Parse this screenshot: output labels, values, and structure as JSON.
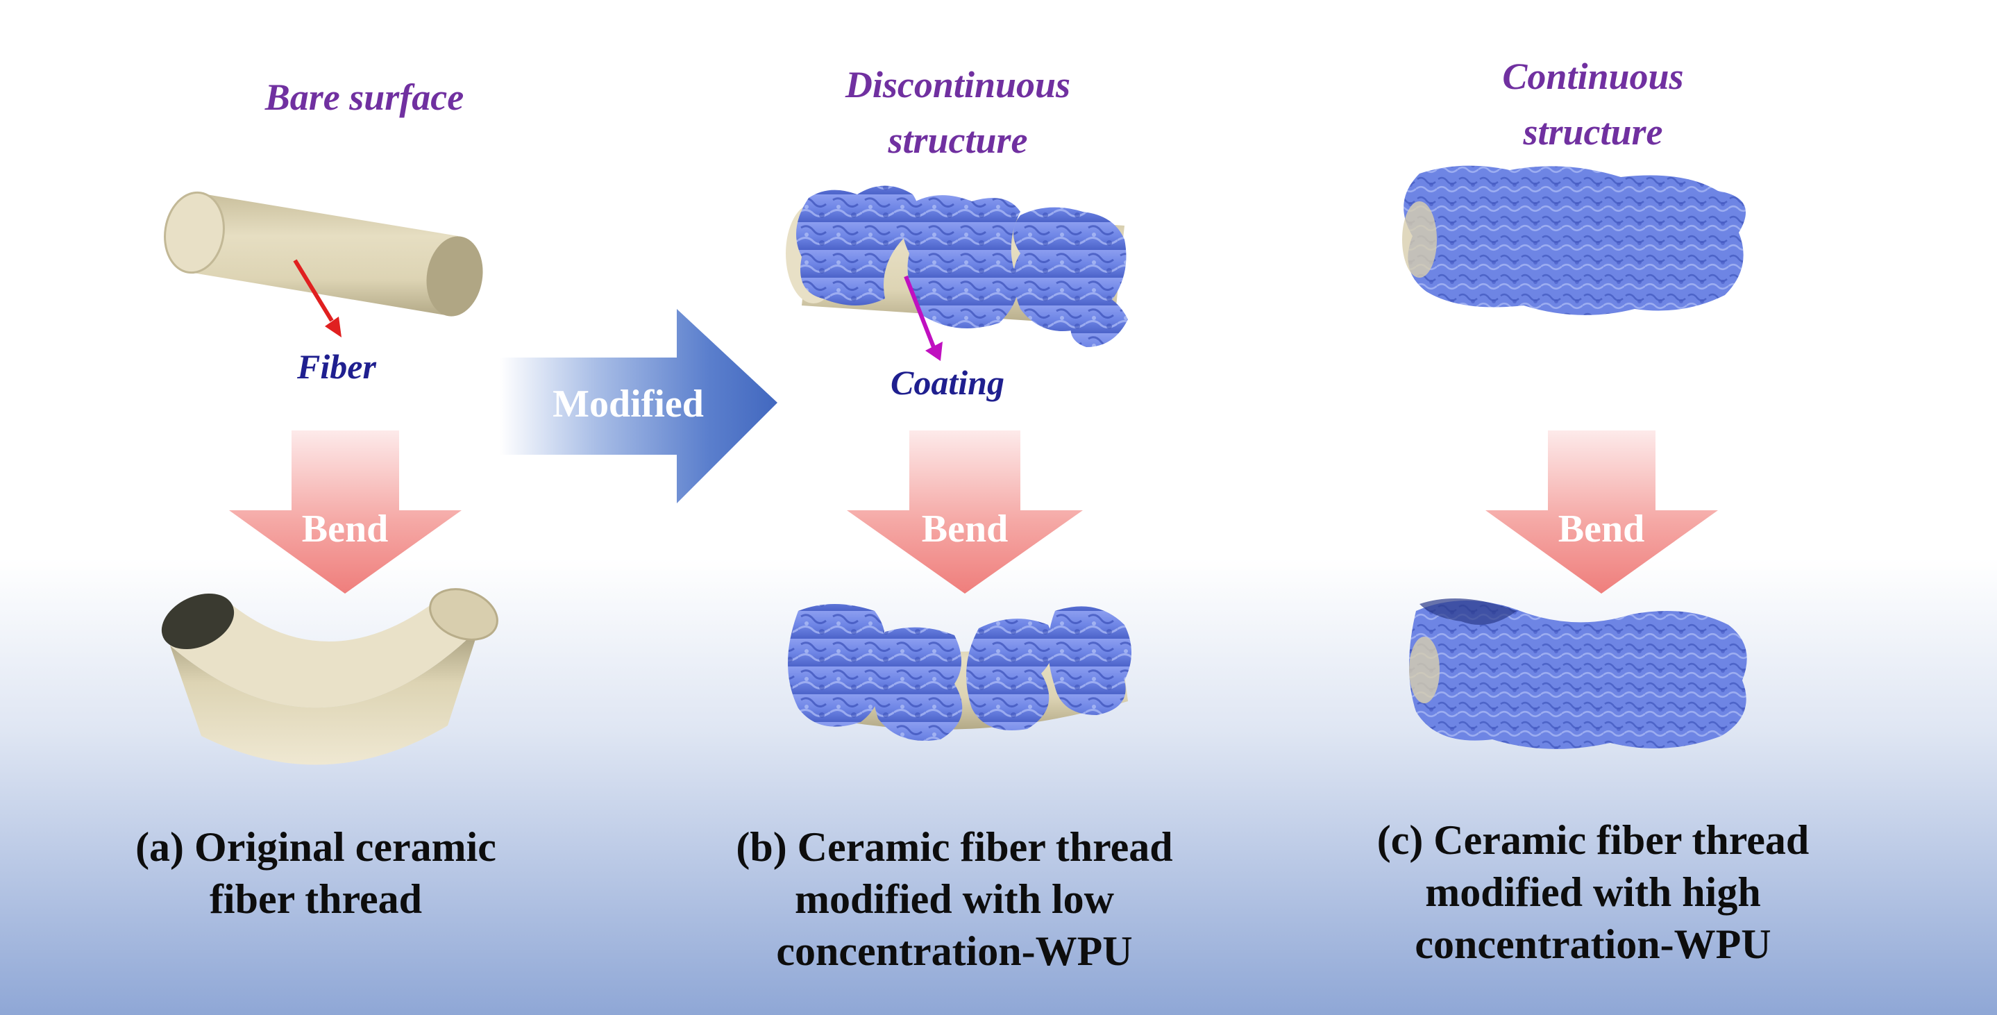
{
  "colors": {
    "title_purple": "#7030a0",
    "label_navy": "#1f1f8f",
    "fiber_tan": "#ddd4b4",
    "coating_blue": "#6f86e6",
    "bend_arrow": "#f08a88",
    "modified_arrow": "#4a70c8",
    "fiber_pointer": "#e02020",
    "coating_pointer": "#c010c0"
  },
  "panels": [
    {
      "id": "a",
      "title_lines": [
        "Bare surface"
      ],
      "pointer_label": "Fiber",
      "bend_label": "Bend",
      "caption_lines": [
        "(a) Original ceramic",
        "fiber thread"
      ]
    },
    {
      "id": "b",
      "title_lines": [
        "Discontinuous",
        "structure"
      ],
      "pointer_label": "Coating",
      "bend_label": "Bend",
      "caption_lines": [
        "(b) Ceramic fiber thread",
        "modified with low",
        "concentration-WPU"
      ]
    },
    {
      "id": "c",
      "title_lines": [
        "Continuous",
        "structure"
      ],
      "bend_label": "Bend",
      "caption_lines": [
        "(c) Ceramic fiber thread",
        "modified with high",
        "concentration-WPU"
      ]
    }
  ],
  "modified_arrow_label": "Modified",
  "icons": [
    "cylinder-fiber",
    "bent-fiber",
    "coated-fiber",
    "down-arrow",
    "right-arrow"
  ]
}
